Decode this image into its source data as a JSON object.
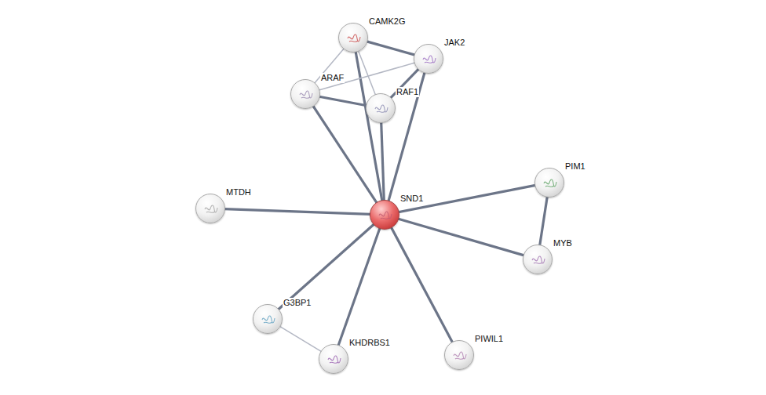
{
  "diagram": {
    "nodes": [
      {
        "text": [
          "CAMK2G"
        ]
      },
      {
        "text": [
          "JAK2"
        ]
      },
      {
        "text": [
          "ARAF"
        ]
      },
      {
        "text": [
          "RAF1"
        ]
      },
      {
        "text": [
          "PIM1"
        ]
      },
      {
        "text": [
          "MTDH"
        ]
      },
      {
        "text": [
          "SND1"
        ]
      },
      {
        "text": [
          "MYB"
        ]
      },
      {
        "text": [
          "G3BP1"
        ]
      },
      {
        "text": [
          "PIWIL1"
        ]
      },
      {
        "text": [
          "KHDRBS1"
        ]
      }
    ],
    "edges": [
      {
        "from": 6,
        "to": 2,
        "arrow": "none"
      },
      {
        "from": 6,
        "to": 0,
        "arrow": "none"
      },
      {
        "from": 6,
        "to": 3,
        "arrow": "none"
      },
      {
        "from": 6,
        "to": 1,
        "arrow": "none"
      },
      {
        "from": 6,
        "to": 5,
        "arrow": "none"
      },
      {
        "from": 6,
        "to": 4,
        "arrow": "none"
      },
      {
        "from": 6,
        "to": 7,
        "arrow": "none"
      },
      {
        "from": 6,
        "to": 8,
        "arrow": "none"
      },
      {
        "from": 6,
        "to": 10,
        "arrow": "none"
      },
      {
        "from": 6,
        "to": 9,
        "arrow": "none"
      },
      {
        "from": 0,
        "to": 1,
        "arrow": "none"
      },
      {
        "from": 0,
        "to": 2,
        "arrow": "none"
      },
      {
        "from": 0,
        "to": 3,
        "arrow": "none"
      },
      {
        "from": 2,
        "to": 1,
        "arrow": "none"
      },
      {
        "from": 2,
        "to": 3,
        "arrow": "none"
      },
      {
        "from": 3,
        "to": 1,
        "arrow": "none"
      },
      {
        "from": 4,
        "to": 7,
        "arrow": "none"
      },
      {
        "from": 8,
        "to": 10,
        "arrow": "none"
      }
    ]
  }
}
